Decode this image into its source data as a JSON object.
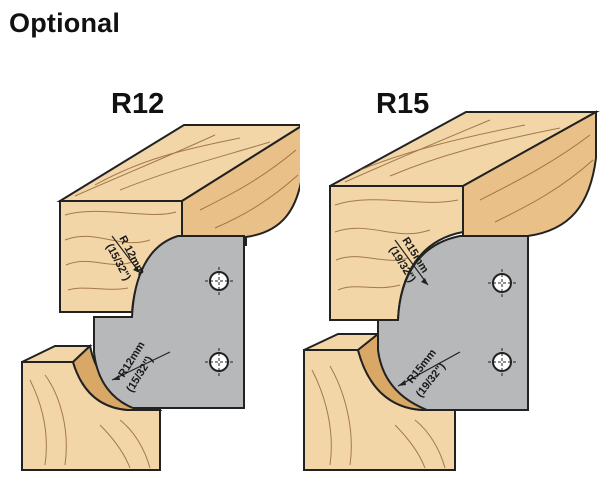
{
  "page": {
    "heading": "Optional"
  },
  "colors": {
    "wood_light": "#f2d6a8",
    "wood_mid": "#e9c088",
    "wood_dark": "#d9a766",
    "knife_gray": "#b7b8ba",
    "outline": "#222222"
  },
  "panels": [
    {
      "title": "R12",
      "wood_label_radius": "R 12mm",
      "wood_label_inch": "(15/32\")",
      "knife_label_radius": "R12mm",
      "knife_label_inch": "(15/32\")"
    },
    {
      "title": "R15",
      "wood_label_radius": "R15mm",
      "wood_label_inch": "(19/32\")",
      "knife_label_radius": "R15mm",
      "knife_label_inch": "(19/32\")"
    }
  ]
}
